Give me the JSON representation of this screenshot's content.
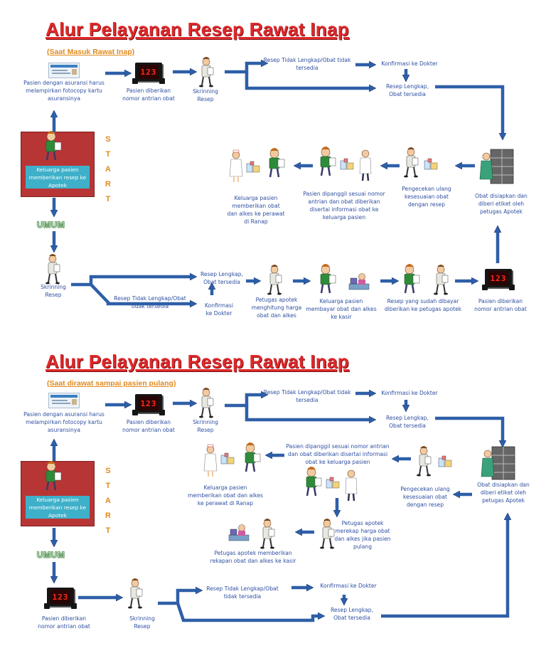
{
  "colors": {
    "title": "#e0282b",
    "subtitle": "#e08a1e",
    "arrow": "#2e5fa8",
    "text": "#2e4fa0",
    "start_box": "#b83536",
    "start_label_bg": "#3fb0c9"
  },
  "section1": {
    "title": "Alur Pelayanan Resep Rawat Inap",
    "subtitle": "(Saat Masuk Rawat Inap)",
    "start_letters": [
      "S",
      "T",
      "A",
      "R",
      "T"
    ],
    "start_box_label": "Keluarga pasien memberikan resep ke Apotek",
    "umum_label": "UMUM",
    "clock_digits": "123",
    "insurance_card": "Pasien dengan asuransi harus melampirkan fotocopy kartu asuransinya",
    "queue_number": "Pasien diberikan nomor antrian obat",
    "screening_top": "Skrinning Resep",
    "incomplete_top": "Resep Tidak Lengkap/Obat tidak tersedia",
    "confirm_top": "Konfirmasi ke Dokter",
    "complete_top": "Resep Lengkap, Obat tersedia",
    "prepared": "Obat disiapkan dan diberi etiket oleh petugas Apotek",
    "check": "Pengecekan ulang kesesuaian obat dengan resep",
    "called": "Pasien dipanggil sesuai nomor antrian dan obat diberikan disertai informasi obat ke keluarga pasien",
    "family_nurse": "Keluarga pasien memberikan obat dan alkes ke perawat di Ranap",
    "screening_bottom": "Skrinning Resep",
    "complete_bottom": "Resep Lengkap, Obat tersedia",
    "incomplete_bottom": "Resep Tidak Lengkap/Obat tidak tersedia",
    "confirm_bottom": "Konfirmasi ke Dokter",
    "officer_count": "Petugas apotek menghitung harga obat dan alkes",
    "family_pay": "Keluarga pasien membayar obat dan alkes ke kasir",
    "paid_recipe": "Resep yang sudah dibayar diberikan ke petugas apotek",
    "queue_bottom": "Pasien diberikan nomor antrian obat"
  },
  "section2": {
    "title": "Alur Pelayanan Resep Rawat Inap",
    "subtitle": "(Saat dirawat sampai pasien pulang)",
    "start_letters": [
      "S",
      "T",
      "A",
      "R",
      "T"
    ],
    "start_box_label": "Keluarga pasien memberikan resep ke Apotek",
    "umum_label": "UMUM",
    "clock_digits": "123",
    "insurance_card": "Pasien dengan asuransi harus melampirkan fotocopy kartu asuransinya",
    "queue_number": "Pasien diberikan nomor antrian obat",
    "screening_top": "Skrinning Resep",
    "incomplete_top": "Resep Tidak Lengkap/Obat tidak tersedia",
    "confirm_top": "Konfirmasi ke Dokter",
    "complete_top": "Resep Lengkap, Obat tersedia",
    "prepared": "Obat disiapkan dan diberi etiket oleh petugas Apotek",
    "check": "Pengecekan ulang kesesuaian obat dengan resep",
    "called": "Pasien dipanggil sesuai nomor antrian dan obat diberikan disertai informasi obat ke keluarga pasien",
    "family_nurse": "Keluarga pasien memberikan obat dan alkes ke perawat di Ranap",
    "officer_recap": "Petugas apotek merekap harga obat dan alkes jika pasien pulang",
    "officer_give": "Petugas apotek memberikan rekapan obat dan alkes ke kasir",
    "queue_bottom": "Pasien diberikan nomor antrian obat",
    "screening_bottom": "Skrinning Resep",
    "incomplete_bottom": "Resep Tidak Lengkap/Obat tidak tersedia",
    "confirm_bottom": "Konfirmasi ke Dokter",
    "complete_bottom": "Resep Lengkap, Obat tersedia"
  }
}
